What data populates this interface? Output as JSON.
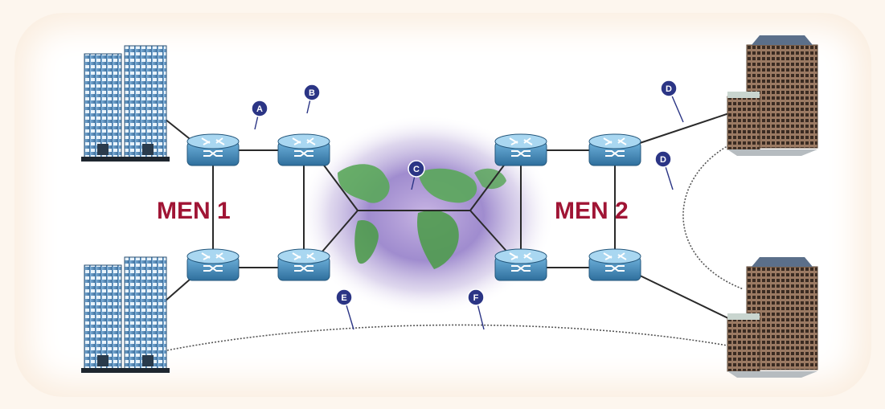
{
  "labels": {
    "men1": "MEN 1",
    "men2": "MEN 2"
  },
  "callouts": {
    "a": "A",
    "b": "B",
    "c": "C",
    "d1": "D",
    "d2": "D",
    "e": "E",
    "f": "F"
  },
  "colors": {
    "men_label": "#a01535",
    "router_body": "#4f95c3",
    "router_top": "#9cd0ee",
    "callout_fill": "#2b3585",
    "link": "#2a2a2a",
    "dashed_link": "#555555"
  },
  "icons": {
    "router": "router-icon",
    "tower": "office-tower-icon",
    "hq": "corporate-building-icon",
    "globe": "globe-icon"
  }
}
